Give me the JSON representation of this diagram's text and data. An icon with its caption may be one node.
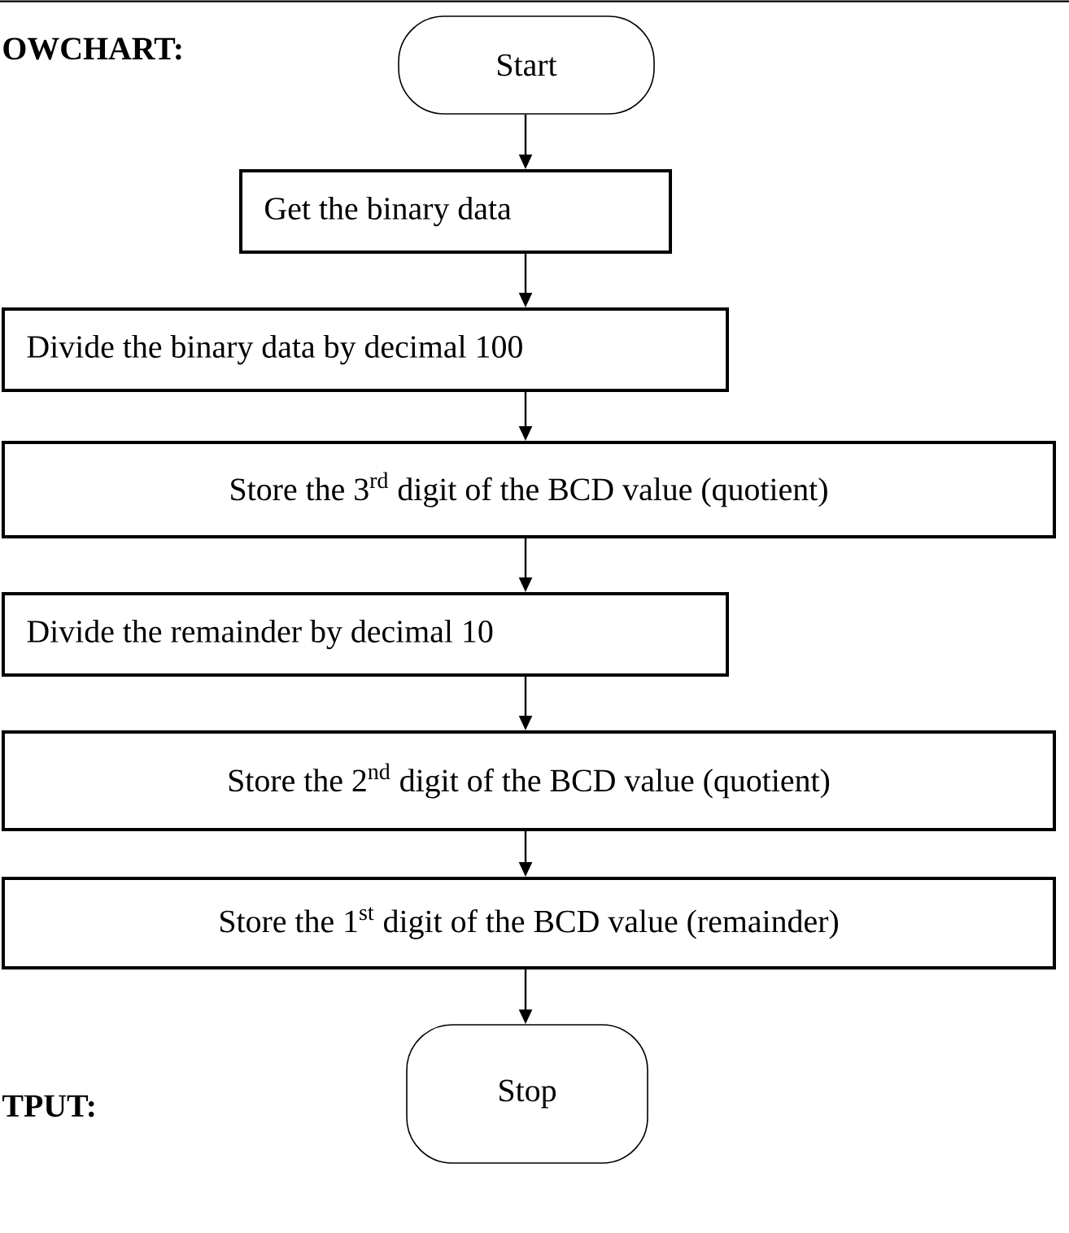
{
  "diagram": {
    "nodes": [
      {
        "text": [
          "Start"
        ]
      },
      {
        "text": [
          "Get the binary data"
        ]
      },
      {
        "text": [
          "Divide the binary data by decimal 100"
        ]
      },
      {
        "text": [
          "Store the 3$^{rd}$ digit of the BCD value (quotient)"
        ]
      },
      {
        "text": [
          "Divide the remainder by decimal 10"
        ]
      },
      {
        "text": [
          "Store the 2$^{nd}$ digit of the BCD value (quotient)"
        ]
      },
      {
        "text": [
          "Store the 1$^{st}$ digit of the BCD value (remainder)"
        ]
      },
      {
        "text": [
          "Stop"
        ]
      }
    ],
    "edges": [
      {
        "from": 0,
        "to": 1,
        "arrow": "to"
      },
      {
        "from": 1,
        "to": 2,
        "arrow": "to"
      },
      {
        "from": 2,
        "to": 3,
        "arrow": "to"
      },
      {
        "from": 3,
        "to": 4,
        "arrow": "to"
      },
      {
        "from": 4,
        "to": 5,
        "arrow": "to"
      },
      {
        "from": 5,
        "to": 6,
        "arrow": "to"
      },
      {
        "from": 6,
        "to": 7,
        "arrow": "to"
      }
    ],
    "labels": [
      "OWCHART:",
      "TPUT:"
    ]
  }
}
